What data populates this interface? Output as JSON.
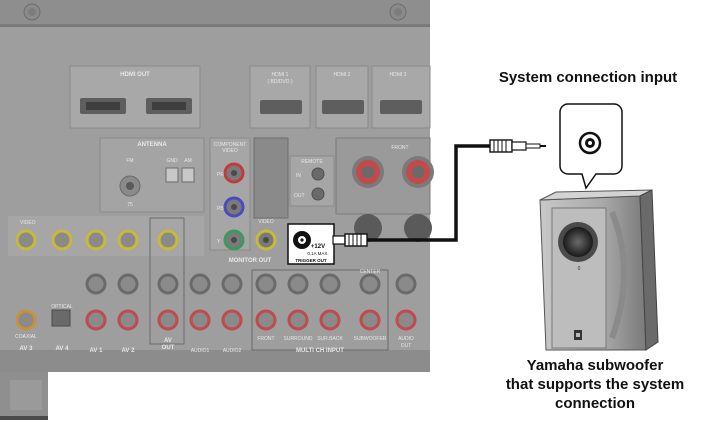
{
  "labels": {
    "system_input_title": "System connection input",
    "subwoofer_line1": "Yamaha subwoofer",
    "subwoofer_line2": "that supports the system",
    "subwoofer_line3": "connection"
  },
  "panel": {
    "hdmi_out": "HDMI OUT",
    "hdmi1": "HDMI 1",
    "hdmi1_sub": "( BD/DVD )",
    "hdmi2": "HDMI 2",
    "hdmi3": "HDMI 3",
    "antenna": "ANTENNA",
    "fm": "FM",
    "gnd": "GND",
    "am": "AM",
    "ohm75": "75",
    "component_video": "COMPONENT",
    "component_video2": "VIDEO",
    "pr": "PR",
    "pb": "PB",
    "y": "Y",
    "remote": "REMOTE",
    "remote_in": "IN",
    "remote_out": "OUT",
    "video": "VIDEO",
    "monitor_out": "MONITOR OUT",
    "front": "FRONT",
    "trigger_voltage": "+12V",
    "trigger_current": "0.1A MAX.",
    "trigger_out": "TRIGGER OUT",
    "video_left": "VIDEO",
    "coaxial": "COAXIAL",
    "optical": "OPTICAL",
    "av1": "AV 1",
    "av2": "AV 2",
    "av3": "AV 3",
    "av4": "AV 4",
    "av_out": "AV",
    "av_out2": "OUT",
    "audio1": "AUDIO1",
    "audio2": "AUDIO2",
    "front_ch": "FRONT",
    "surround": "SURROUND",
    "surback": "SUR.BACK",
    "subwoofer_ch": "SUBWOOFER",
    "center": "CENTER",
    "audio_out": "AUDIO",
    "audio_out2": "OUT",
    "multi_ch_input": "MULTI CH INPUT"
  },
  "colors": {
    "panel": "#9c9c9c",
    "panel_dark": "#7d7d7d",
    "cable": "#111111"
  }
}
